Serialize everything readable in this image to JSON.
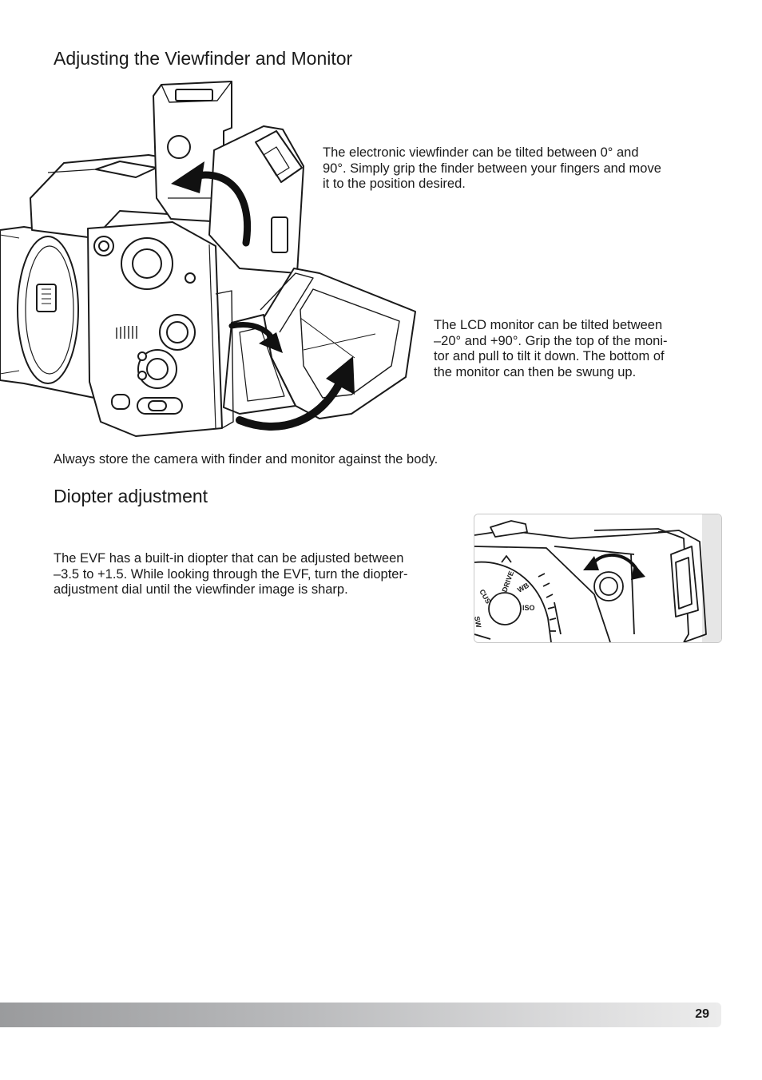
{
  "section_viewfinder": {
    "title": "Adjusting the Viewfinder and Monitor",
    "evf_lines": [
      "The electronic viewfinder can be tilted between 0° and",
      "90°. Simply grip the finder between your fingers and move",
      "it to the position desired."
    ],
    "lcd_lines": [
      "The LCD monitor can be tilted between",
      "–20° and +90°. Grip the top of the moni-",
      "tor and pull to tilt it down. The bottom of",
      "the monitor can then be swung up."
    ],
    "storage_note": "Always store the camera with finder and monitor against the body."
  },
  "section_diopter": {
    "title": "Diopter adjustment",
    "lines": [
      "The EVF has a built-in diopter that can be adjusted between",
      "–3.5 to +1.5. While looking through the EVF, turn the diopter-",
      "adjustment dial until the viewfinder image is sharp."
    ],
    "dial_labels": {
      "drive": "DRIVE",
      "wb": "WB",
      "iso": "ISO",
      "cus": "CUS",
      "sw": "SW"
    }
  },
  "footer": {
    "page_number": "29"
  }
}
